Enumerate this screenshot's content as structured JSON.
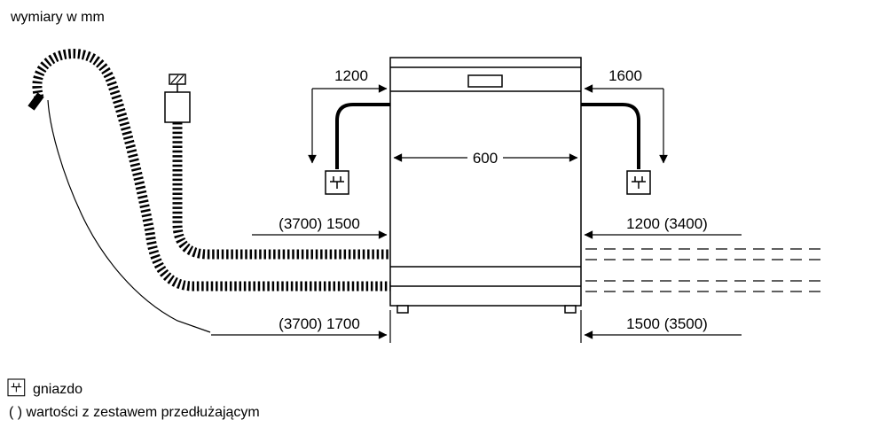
{
  "title": "wymiary w mm",
  "dimensions": {
    "power_cord_left": "1200",
    "power_cord_right": "1600",
    "appliance_width": "600",
    "supply_hose_left": "(3700) 1500",
    "upper_hose_right": "1200 (3400)",
    "drain_hose_left": "(3700) 1700",
    "lower_hose_right": "1500 (3500)"
  },
  "legend": {
    "socket_label": "gniazdo",
    "extension_note": "( ) wartości z zestawem przedłużającym"
  },
  "icons": {
    "socket": "square-with-prongs",
    "tap": "hatched-valve"
  }
}
